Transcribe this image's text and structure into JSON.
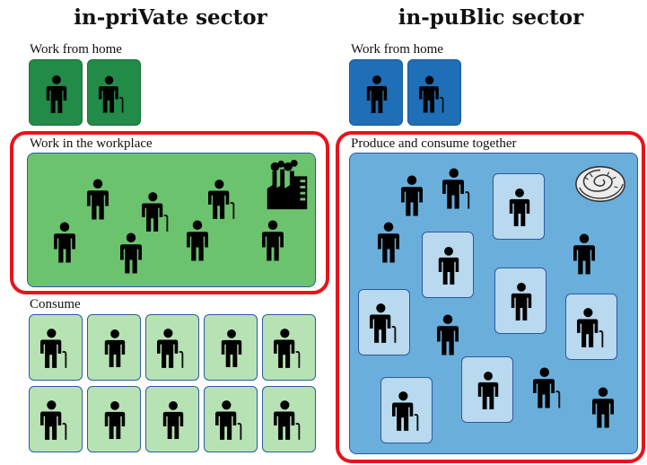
{
  "private": {
    "title": "in-priVate sector",
    "work_from_home": "Work from home",
    "workplace": "Work in the workplace",
    "consume": "Consume"
  },
  "public": {
    "title": "in-puBlic sector",
    "work_from_home": "Work from home",
    "produce_consume": "Produce and consume together"
  },
  "colors": {
    "private_dark": "#228b47",
    "private_panel": "#6cc36e",
    "private_light": "#b7e3b4",
    "public_dark": "#1e6fb8",
    "public_panel": "#6aaedb",
    "public_light": "#b8d9ee",
    "highlight": "#e8131b"
  },
  "icons": [
    "person-icon",
    "elderly-person-with-cane-icon",
    "factory-icon",
    "bread-roll-icon"
  ]
}
